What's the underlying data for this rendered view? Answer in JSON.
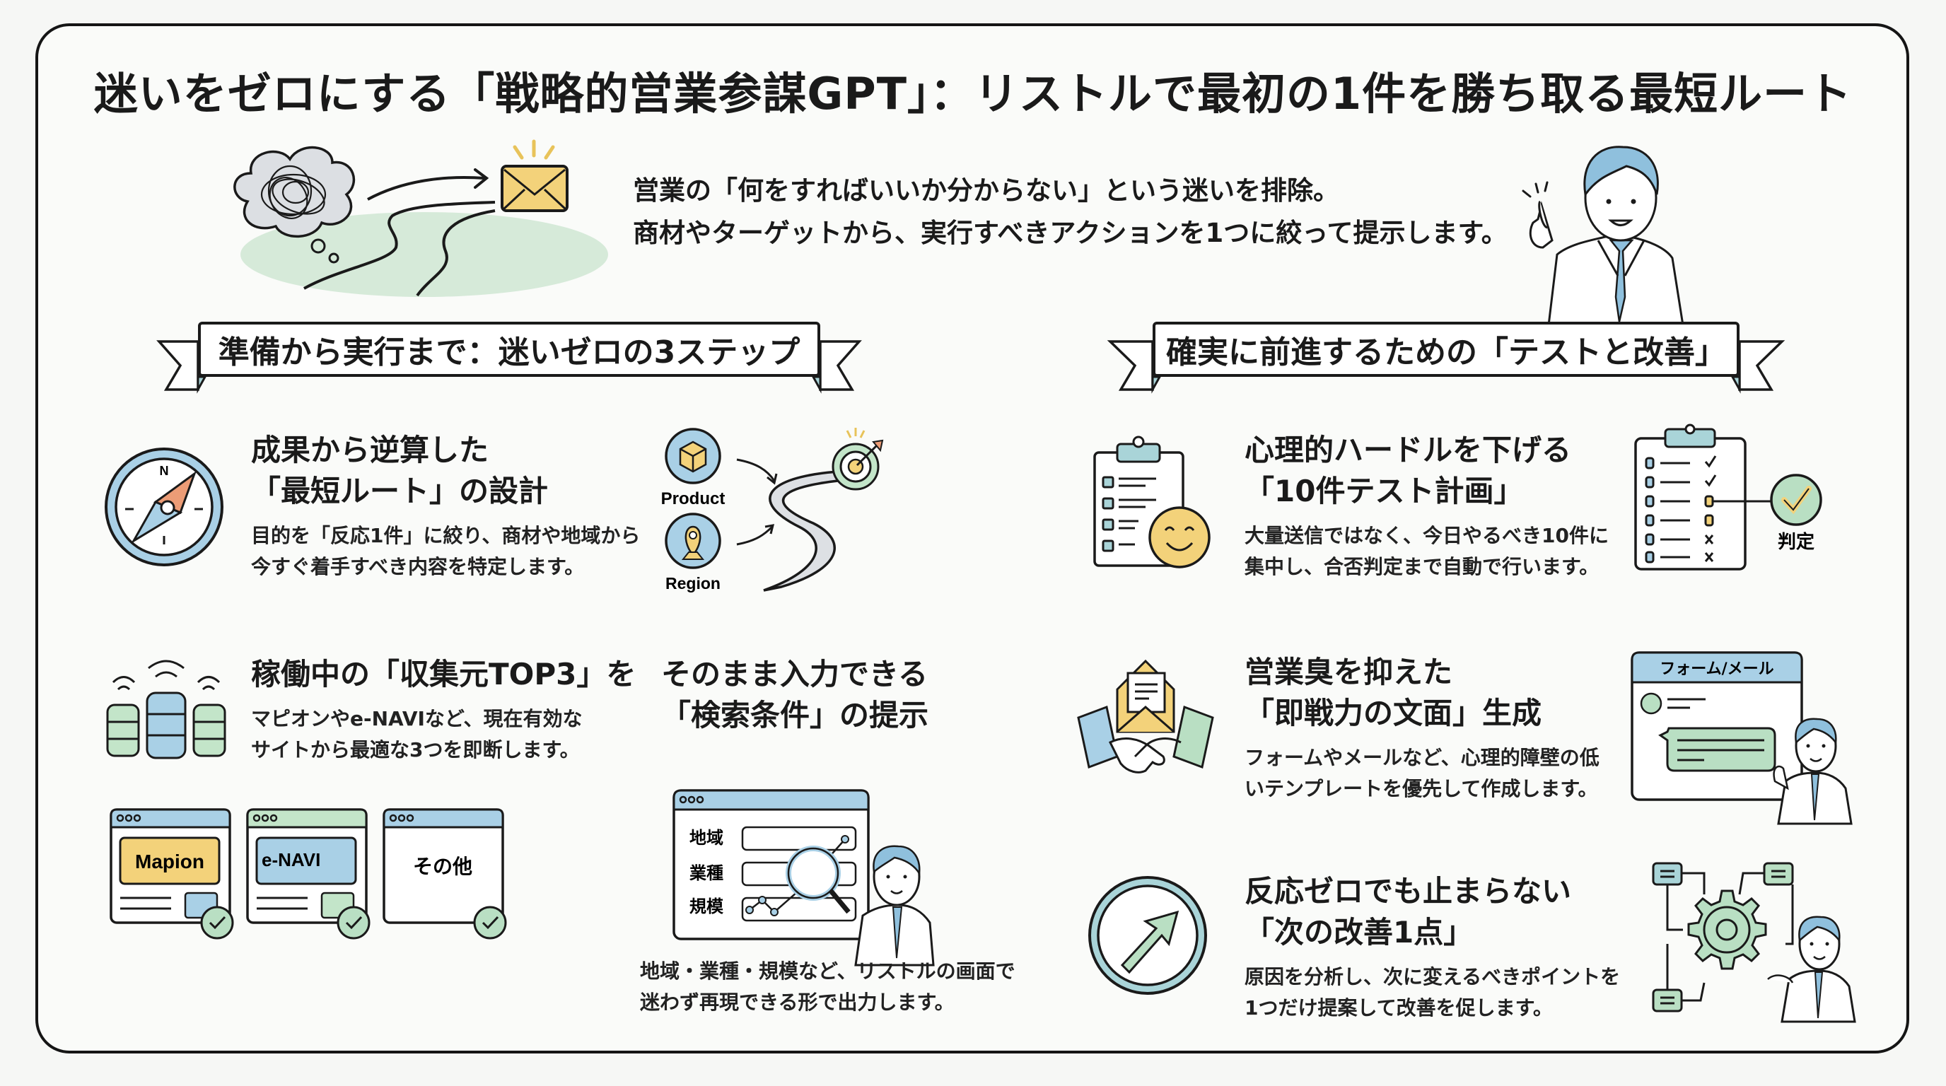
{
  "title": "迷いをゼロにする「戦略的営業参謀GPT」：リストルで最初の1件を勝ち取る最短ルート",
  "intro": {
    "line1": "営業の「何をすればいいか分からない」という迷いを排除。",
    "line2": "商材やターゲットから、実行すべきアクションを1つに絞って提示します。"
  },
  "colors": {
    "blue": "#a9d0e6",
    "green": "#b9dfc3",
    "yellow": "#f3d27a",
    "orange": "#ec9c76",
    "ink": "#1a1a1a",
    "background": "#fafbf9"
  },
  "left_section": {
    "banner": "準備から実行まで：迷いゼロの3ステップ",
    "steps": [
      {
        "heading_line1": "成果から逆算した",
        "heading_line2": "「最短ルート」の設計",
        "desc_line1": "目的を「反応1件」に絞り、商材や地域から",
        "desc_line2": "今すぐ着手すべき内容を特定します。",
        "icon": "compass-icon",
        "compass_label": "N",
        "illustration_labels": [
          "Product",
          "Region"
        ]
      },
      {
        "heading": "稼働中の「収集元TOP3」を",
        "desc_line1": "マピオンやe-NAVIなど、現在有効な",
        "desc_line2": "サイトから最適な3つを即断します。",
        "icon": "database-signal-icon",
        "sites": [
          "Mapion",
          "e-NAVI",
          "その他"
        ]
      },
      {
        "heading_line1": "そのまま入力できる",
        "heading_line2": "「検索条件」の提示",
        "desc_line1": "地域・業種・規模など、リストルの画面で",
        "desc_line2": "迷わず再現できる形で出力します。",
        "form_fields": [
          "地域",
          "業種",
          "規模"
        ]
      }
    ]
  },
  "right_section": {
    "banner": "確実に前進するための「テストと改善」",
    "steps": [
      {
        "heading_line1": "心理的ハードルを下げる",
        "heading_line2": "「10件テスト計画」",
        "desc_line1": "大量送信ではなく、今日やるべき10件に",
        "desc_line2": "集中し、合否判定まで自動で行います。",
        "icon": "clipboard-smile-icon",
        "judge_label": "判定"
      },
      {
        "heading_line1": "営業臭を抑えた",
        "heading_line2": "「即戦力の文面」生成",
        "desc_line1": "フォームやメールなど、心理的障壁の低",
        "desc_line2": "いテンプレートを優先して作成します。",
        "icon": "handshake-envelope-icon",
        "window_title": "フォーム/メール"
      },
      {
        "heading_line1": "反応ゼロでも止まらない",
        "heading_line2": "「次の改善1点」",
        "desc_line1": "原因を分析し、次に変えるべきポイントを",
        "desc_line2": "1つだけ提案して改善を促します。",
        "icon": "arrow-up-right-circle-icon"
      }
    ]
  }
}
